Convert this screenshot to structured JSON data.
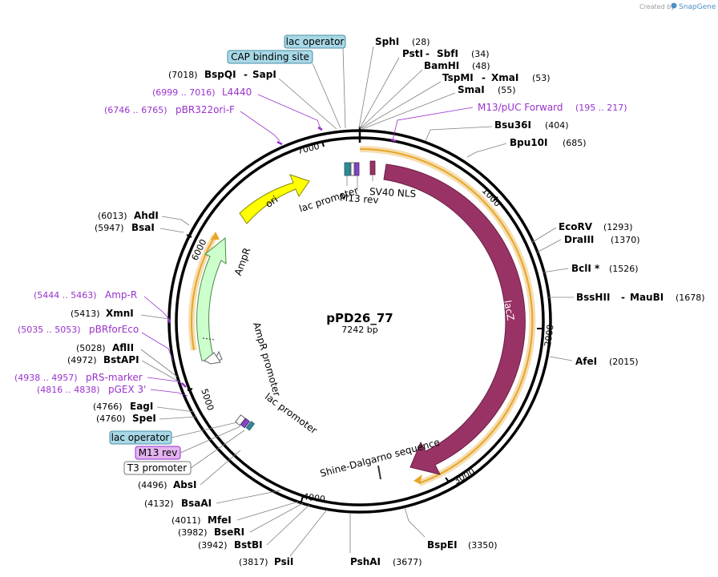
{
  "watermark": {
    "created_by": "Created by",
    "brand": "SnapGene"
  },
  "plasmid": {
    "name": "pPD26_77",
    "size": "7242 bp"
  },
  "ruler": [
    "1000",
    "2000",
    "3000",
    "4000",
    "5000",
    "6000",
    "7000"
  ],
  "features": {
    "lacZ": "lacZ",
    "sv40_nls": "SV40 NLS",
    "m13_rev_top": "M13 rev",
    "lac_promoter_top": "lac promoter",
    "ori": "ori",
    "ampr": "AmpR",
    "ampr_promoter": "AmpR promoter",
    "lac_promoter_bottom": "lac promoter",
    "shine_dalgarno": "Shine-Dalgarno sequence"
  },
  "right_sites": [
    {
      "name": "SphI",
      "pos": "(28)"
    },
    {
      "name": "PstI",
      "sep": "-",
      "name2": "SbfI",
      "pos": "(34)"
    },
    {
      "name": "BamHI",
      "pos": "(48)"
    },
    {
      "name": "TspMI",
      "sep": "-",
      "name2": "XmaI",
      "pos": "(53)"
    },
    {
      "name": "SmaI",
      "pos": "(55)"
    },
    {
      "name": "Bsu36I",
      "pos": "(404)"
    },
    {
      "name": "Bpu10I",
      "pos": "(685)"
    },
    {
      "name": "EcoRV",
      "pos": "(1293)"
    },
    {
      "name": "DraIII",
      "pos": "(1370)"
    },
    {
      "name": "BclI *",
      "pos": "(1526)"
    },
    {
      "name": "BssHII",
      "sep": "-",
      "name2": "MauBI",
      "pos": "(1678)"
    },
    {
      "name": "AfeI",
      "pos": "(2015)"
    },
    {
      "name": "BspEI",
      "pos": "(3350)"
    },
    {
      "name": "PshAI",
      "pos": "(3677)"
    }
  ],
  "primer_right": {
    "name": "M13/pUC Forward",
    "pos": "(195 .. 217)"
  },
  "left_sites": [
    {
      "name": "BspQI",
      "sep": "-",
      "name2": "SapI",
      "pos": "(7018)"
    },
    {
      "name": "AhdI",
      "pos": "(6013)"
    },
    {
      "name": "BsaI",
      "pos": "(5947)"
    },
    {
      "name": "XmnI",
      "pos": "(5413)"
    },
    {
      "name": "AflII",
      "pos": "(5028)"
    },
    {
      "name": "BstAPI",
      "pos": "(4972)"
    },
    {
      "name": "EagI",
      "pos": "(4766)"
    },
    {
      "name": "SpeI",
      "pos": "(4760)"
    },
    {
      "name": "AbsI",
      "pos": "(4496)"
    },
    {
      "name": "BsaAI",
      "pos": "(4132)"
    },
    {
      "name": "MfeI",
      "pos": "(4011)"
    },
    {
      "name": "BseRI",
      "pos": "(3982)"
    },
    {
      "name": "BstBI",
      "pos": "(3942)"
    },
    {
      "name": "PsiI",
      "pos": "(3817)"
    }
  ],
  "left_primers": [
    {
      "name": "L4440",
      "pos": "(6999 .. 7016)"
    },
    {
      "name": "pBR322ori-F",
      "pos": "(6746 .. 6765)"
    },
    {
      "name": "Amp-R",
      "pos": "(5444 .. 5463)"
    },
    {
      "name": "pBRforEco",
      "pos": "(5035 .. 5053)"
    },
    {
      "name": "pRS-marker",
      "pos": "(4938 .. 4957)"
    },
    {
      "name": "pGEX 3'",
      "pos": "(4816 .. 4838)"
    }
  ],
  "boxed": {
    "lac_operator_top": "lac operator",
    "cap_binding_site": "CAP binding site",
    "lac_operator_bottom": "lac operator",
    "m13_rev_bottom": "M13 rev",
    "t3_promoter": "T3 promoter"
  }
}
